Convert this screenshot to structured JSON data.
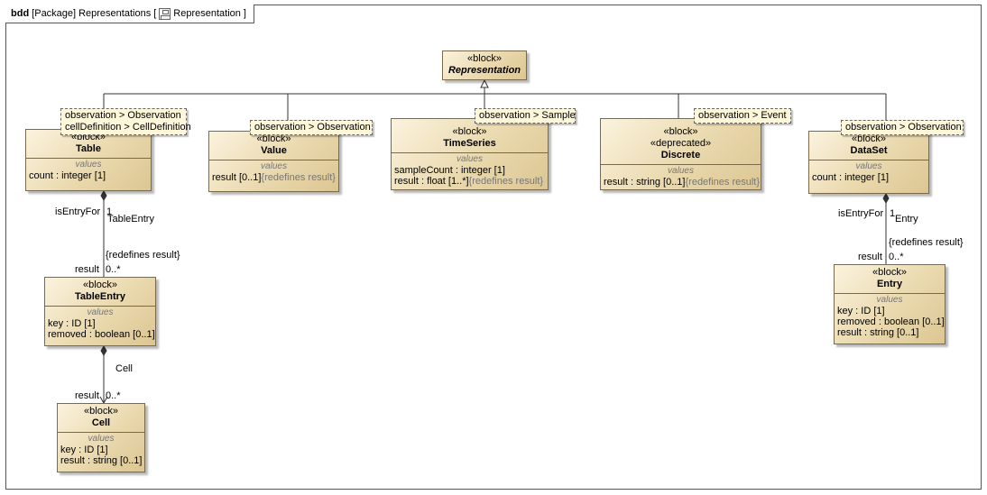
{
  "frame": {
    "kind": "bdd",
    "element_type": "[Package]",
    "package_name": "Representations",
    "bracket_open": "[",
    "diagram_name": "Representation",
    "bracket_close": "]"
  },
  "blocks": {
    "representation": {
      "stereotype": "«block»",
      "name": "Representation"
    },
    "table": {
      "stereotype": "«block»",
      "name": "Table",
      "compartment_title": "values",
      "attrs": [
        "count : integer [1]"
      ],
      "notes": [
        "observation > Observation",
        "cellDefinition > CellDefinition"
      ]
    },
    "value": {
      "stereotype": "«block»",
      "name": "Value",
      "compartment_title": "values",
      "attr_main": "result [0..1]",
      "attr_redef": "{redefines result}",
      "note": "observation > Observation"
    },
    "timeseries": {
      "stereotype": "«block»",
      "name": "TimeSeries",
      "compartment_title": "values",
      "attr1": "sampleCount : integer [1]",
      "attr2_main": "result : float [1..*]",
      "attr2_redef": "{redefines result}",
      "note": "observation > Sample"
    },
    "discrete": {
      "stereotype": "«block»",
      "stereotype2": "«deprecated»",
      "name": "Discrete",
      "compartment_title": "values",
      "attr_main": "result : string [0..1]",
      "attr_redef": "{redefines result}",
      "note": "observation > Event"
    },
    "dataset": {
      "stereotype": "«block»",
      "name": "DataSet",
      "compartment_title": "values",
      "attrs": [
        "count : integer [1]"
      ],
      "note": "observation > Observation"
    },
    "tableentry": {
      "stereotype": "«block»",
      "name": "TableEntry",
      "compartment_title": "values",
      "attrs": [
        "key : ID [1]",
        "removed : boolean [0..1]"
      ]
    },
    "cell": {
      "stereotype": "«block»",
      "name": "Cell",
      "compartment_title": "values",
      "attrs": [
        "key : ID [1]",
        "result : string [0..1]"
      ]
    },
    "entry": {
      "stereotype": "«block»",
      "name": "Entry",
      "compartment_title": "values",
      "attrs": [
        "key : ID [1]",
        "removed : boolean [0..1]",
        "result : string [0..1]"
      ]
    }
  },
  "associations": {
    "table_tableentry": {
      "source_role": "isEntryFor",
      "source_mult": "1",
      "name": "TableEntry",
      "constraint": "{redefines result}",
      "target_role": "result",
      "target_mult": "0..*"
    },
    "tableentry_cell": {
      "name": "Cell",
      "target_role": "result",
      "target_mult": "0..*"
    },
    "dataset_entry": {
      "source_role": "isEntryFor",
      "source_mult": "1",
      "name": "Entry",
      "constraint": "{redefines result}",
      "target_role": "result",
      "target_mult": "0..*"
    }
  },
  "colors": {
    "block_light": "#fbf3de",
    "block_dark": "#dcc692",
    "border": "#7a6a48",
    "note_fill": "#fdf6d8"
  },
  "icons": {
    "diagram_type": "bdd-diagram-icon",
    "generalization": "hollow-triangle-arrowhead",
    "composition": "filled-diamond",
    "navigability": "open-arrowhead"
  }
}
